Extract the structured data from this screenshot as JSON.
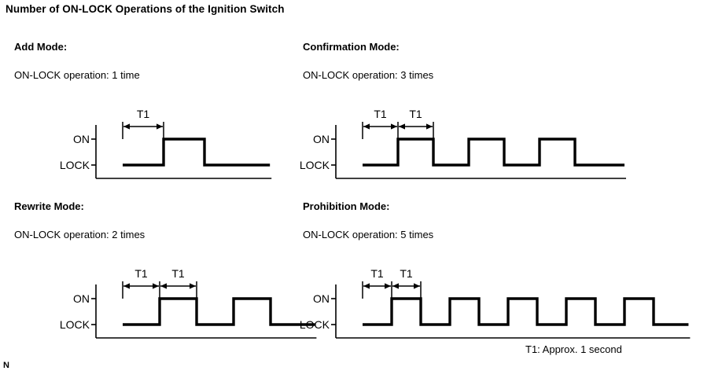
{
  "page": {
    "title": "Number of ON-LOCK Operations of the Ignition Switch",
    "corner_mark": "N",
    "footer_note": "T1: Approx. 1 second",
    "ink_color": "#000000",
    "background_color": "#ffffff"
  },
  "axis": {
    "high_label": "ON",
    "low_label": "LOCK",
    "dim_label": "T1"
  },
  "chart_data": {
    "type": "line",
    "title": "Number of ON-LOCK Operations of the Ignition Switch",
    "xlabel": "",
    "ylabel": "",
    "grid": false,
    "legend_position": "none",
    "y_levels": [
      "LOCK",
      "ON"
    ],
    "annotation": "T1: Approx. 1 second",
    "period_label": "T1",
    "period_seconds": 1,
    "panels": [
      {
        "id": "add-mode",
        "title": "Add Mode:",
        "subtitle": "ON-LOCK operation: 1 time",
        "pulse_count": 1,
        "dim_spans": 1,
        "waveform": [
          {
            "t": 0,
            "level": "LOCK"
          },
          {
            "t": 1,
            "level": "ON"
          },
          {
            "t": 2,
            "level": "LOCK"
          },
          {
            "t": 3.6,
            "level": "LOCK"
          }
        ]
      },
      {
        "id": "confirmation-mode",
        "title": "Confirmation Mode:",
        "subtitle": "ON-LOCK operation: 3 times",
        "pulse_count": 3,
        "dim_spans": 2,
        "waveform": [
          {
            "t": 0,
            "level": "LOCK"
          },
          {
            "t": 1,
            "level": "ON"
          },
          {
            "t": 2,
            "level": "LOCK"
          },
          {
            "t": 3,
            "level": "ON"
          },
          {
            "t": 4,
            "level": "LOCK"
          },
          {
            "t": 5,
            "level": "ON"
          },
          {
            "t": 6,
            "level": "LOCK"
          },
          {
            "t": 7.4,
            "level": "LOCK"
          }
        ]
      },
      {
        "id": "rewrite-mode",
        "title": "Rewrite Mode:",
        "subtitle": "ON-LOCK operation: 2 times",
        "pulse_count": 2,
        "dim_spans": 2,
        "waveform": [
          {
            "t": 0,
            "level": "LOCK"
          },
          {
            "t": 1,
            "level": "ON"
          },
          {
            "t": 2,
            "level": "LOCK"
          },
          {
            "t": 3,
            "level": "ON"
          },
          {
            "t": 4,
            "level": "LOCK"
          },
          {
            "t": 5.2,
            "level": "LOCK"
          }
        ]
      },
      {
        "id": "prohibition-mode",
        "title": "Prohibition Mode:",
        "subtitle": "ON-LOCK operation: 5 times",
        "pulse_count": 5,
        "dim_spans": 2,
        "waveform": [
          {
            "t": 0,
            "level": "LOCK"
          },
          {
            "t": 1,
            "level": "ON"
          },
          {
            "t": 2,
            "level": "LOCK"
          },
          {
            "t": 3,
            "level": "ON"
          },
          {
            "t": 4,
            "level": "LOCK"
          },
          {
            "t": 5,
            "level": "ON"
          },
          {
            "t": 6,
            "level": "LOCK"
          },
          {
            "t": 7,
            "level": "ON"
          },
          {
            "t": 8,
            "level": "LOCK"
          },
          {
            "t": 9,
            "level": "ON"
          },
          {
            "t": 10,
            "level": "LOCK"
          },
          {
            "t": 11.2,
            "level": "LOCK"
          }
        ]
      }
    ]
  }
}
